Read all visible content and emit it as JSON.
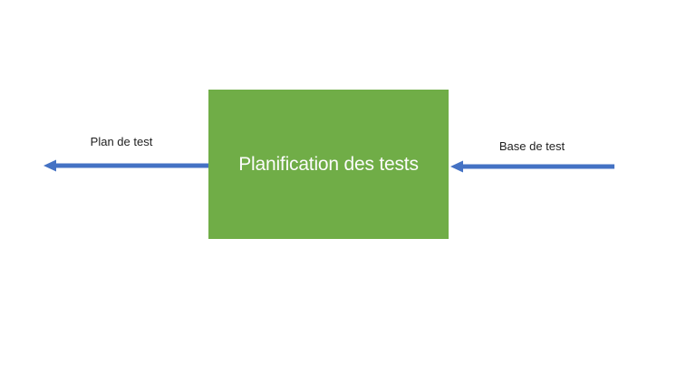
{
  "diagram": {
    "background": "#FFFFFF",
    "node": {
      "label": "Planification des tests",
      "fill_color": "#70AD47",
      "text_color": "#FCFCFC"
    },
    "arrows": {
      "left": {
        "label": "Plan de test",
        "direction": "left",
        "color": "#4472C4"
      },
      "right": {
        "label": "Base de test",
        "direction": "left",
        "color": "#4472C4"
      }
    },
    "label_color": "#1F1F1F"
  }
}
